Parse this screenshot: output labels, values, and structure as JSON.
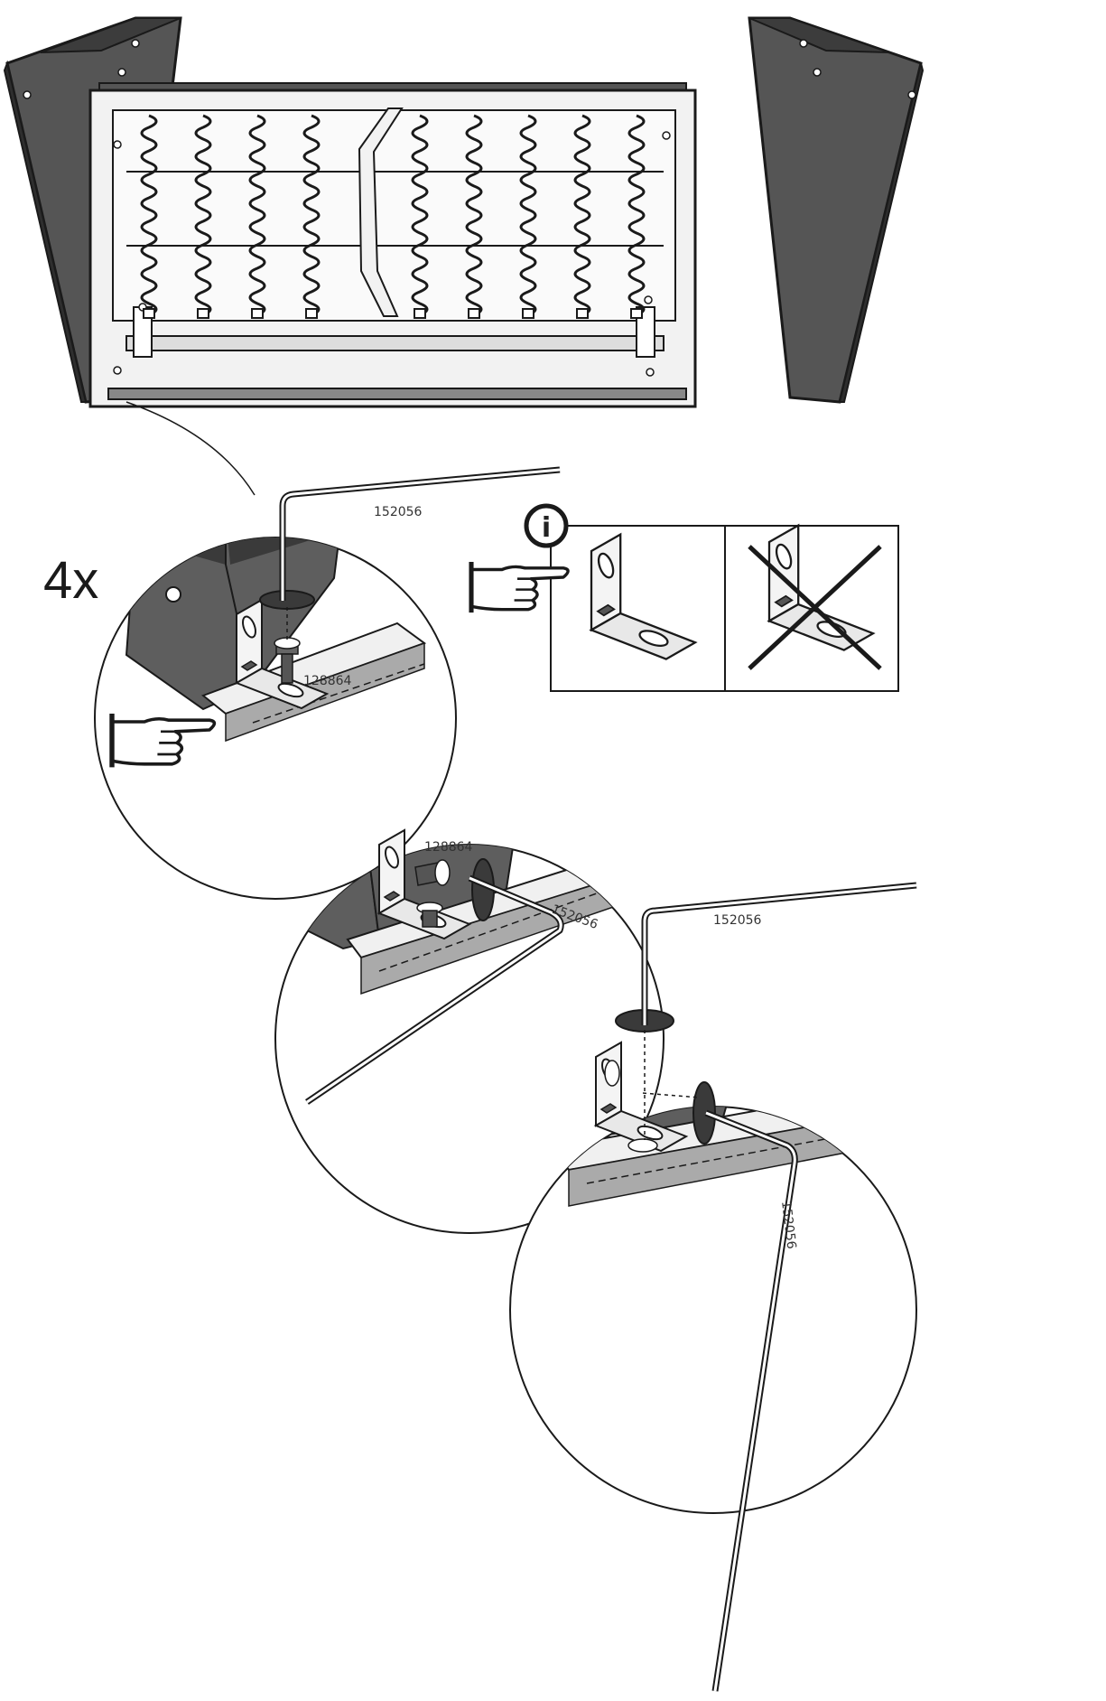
{
  "quantity_label": "4x",
  "info_symbol": "i",
  "part_numbers": {
    "allen_key": "152056",
    "screw": "128864"
  },
  "icons": {
    "pointing_hand": "pointing-hand-icon",
    "info": "info-icon",
    "wrong_cross": "cross-mark-icon",
    "rotate": "rotate-arrow-icon"
  },
  "colors": {
    "line": "#1a1a1a",
    "fabric_dark": "#5e5e5e",
    "fabric_top": "#3a3a3a",
    "frame_light": "#f2f2f2",
    "metal": "#e6e6e6"
  }
}
